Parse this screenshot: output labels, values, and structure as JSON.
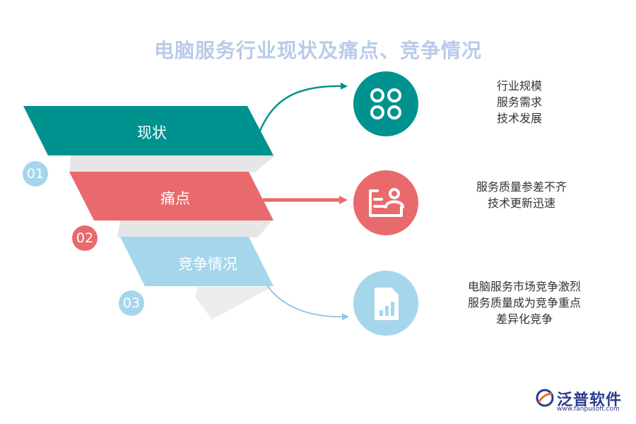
{
  "title": "电脑服务行业现状及痛点、竞争情况",
  "colors": {
    "teal": "#00928f",
    "red": "#e96a6c",
    "blue": "#a5d6ec",
    "title": "#b9cbe9"
  },
  "bands": [
    {
      "label": "现状",
      "number": "01",
      "color": "#00928f",
      "icon": "four-circles-icon",
      "lines": [
        "行业规模",
        "服务需求",
        "技术发展"
      ]
    },
    {
      "label": "痛点",
      "number": "02",
      "color": "#e96a6c",
      "icon": "id-card-icon",
      "lines": [
        "服务质量参差不齐",
        "技术更新迅速"
      ]
    },
    {
      "label": "竞争情况",
      "number": "03",
      "color": "#a5d6ec",
      "icon": "chart-document-icon",
      "lines": [
        "电脑服务市场竞争激烈",
        "服务质量成为竞争重点",
        "差异化竞争"
      ]
    }
  ],
  "logo": {
    "brand": "泛普软件",
    "url": "www.fanpusoft.com"
  }
}
